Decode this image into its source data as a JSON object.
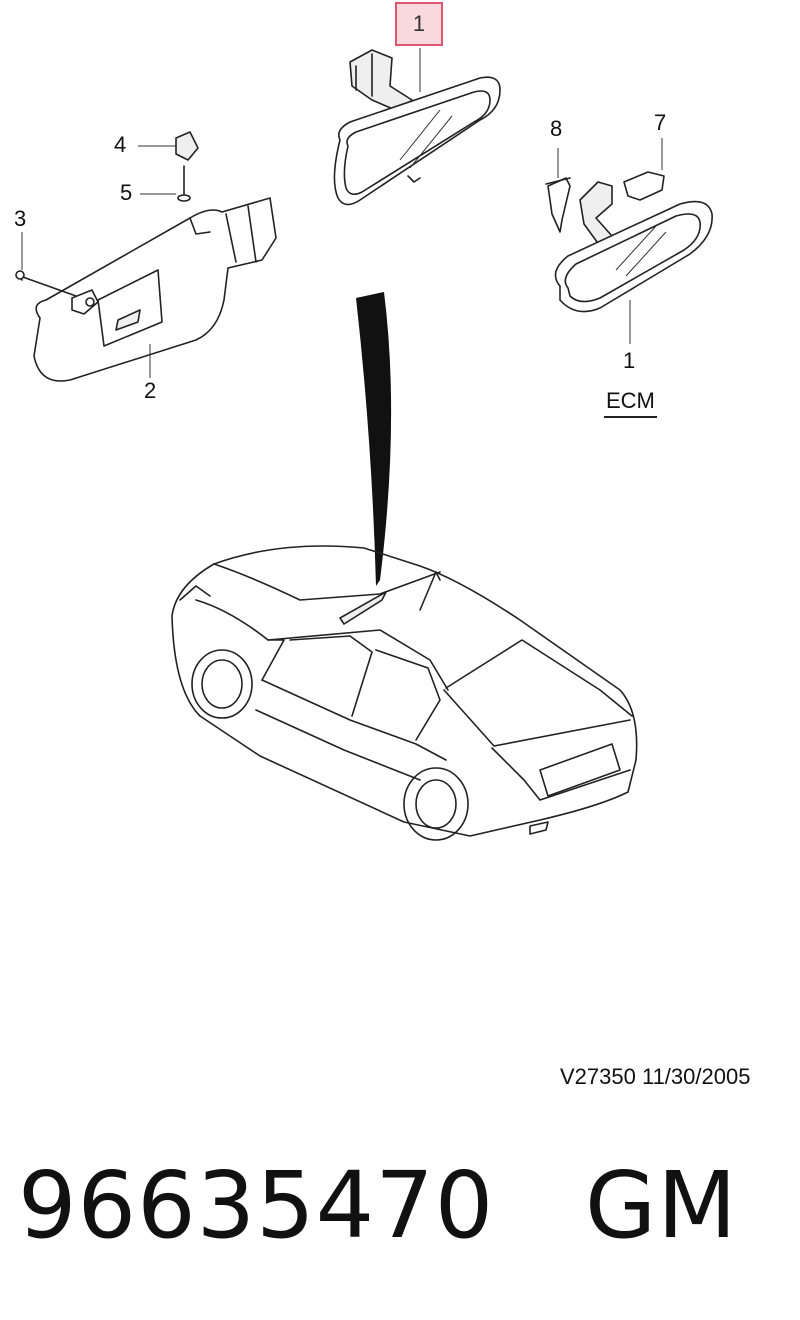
{
  "diagram": {
    "highlighted_callout": "1",
    "callouts": {
      "mirror_top": "1",
      "visor": "2",
      "screw": "3",
      "clip": "4",
      "pin": "5",
      "cover_right": "7",
      "cover_left": "8",
      "mirror_ecm": "1"
    },
    "ecm_label": "ECM",
    "stamp": "V27350  11/30/2005"
  },
  "footer": {
    "part_number_line": "96635470   GM"
  }
}
